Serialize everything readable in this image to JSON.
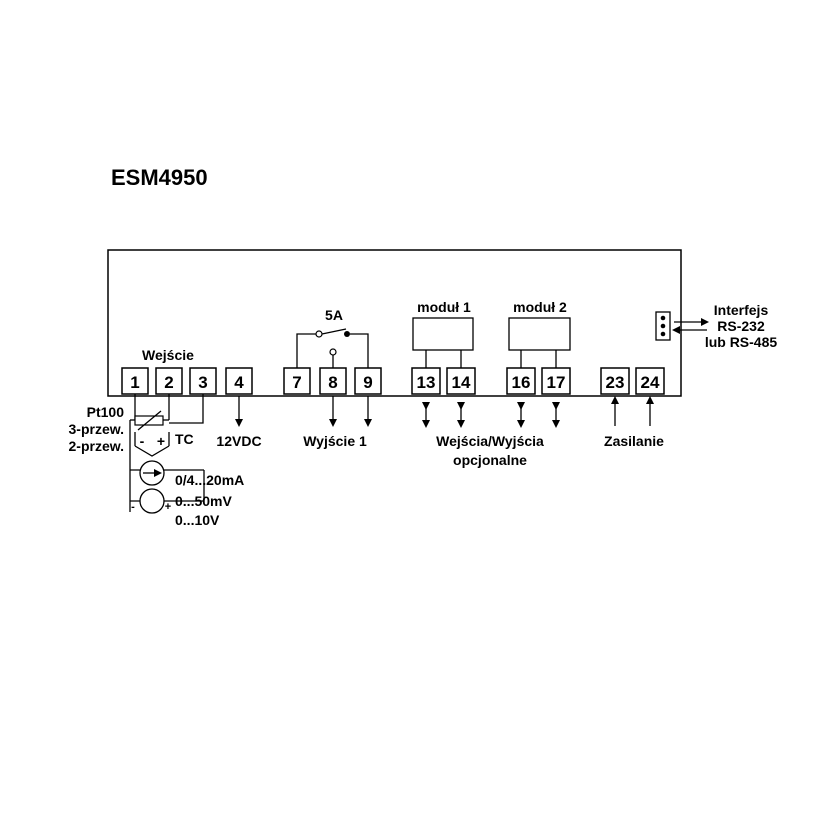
{
  "title": "ESM4950",
  "terminals": [
    "1",
    "2",
    "3",
    "4",
    "7",
    "8",
    "9",
    "13",
    "14",
    "16",
    "17",
    "23",
    "24"
  ],
  "labels": {
    "input": "Wejście",
    "relay_rating": "5A",
    "module1": "moduł 1",
    "module2": "moduł 2",
    "interface": "Interfejs",
    "rs232": "RS-232",
    "rs485": "lub RS-485",
    "vdc": "12VDC",
    "output1": "Wyjście 1",
    "io_line1": "Wejścia/Wyjścia",
    "io_line2": "opcjonalne",
    "power": "Zasilanie",
    "pt100": "Pt100",
    "three_wire": "3-przew.",
    "two_wire": "2-przew.",
    "tc": "TC",
    "minus": "-",
    "plus": "+",
    "current_range": "0/4...20mA",
    "mv_range": "0...50mV",
    "v_range": "0...10V"
  }
}
